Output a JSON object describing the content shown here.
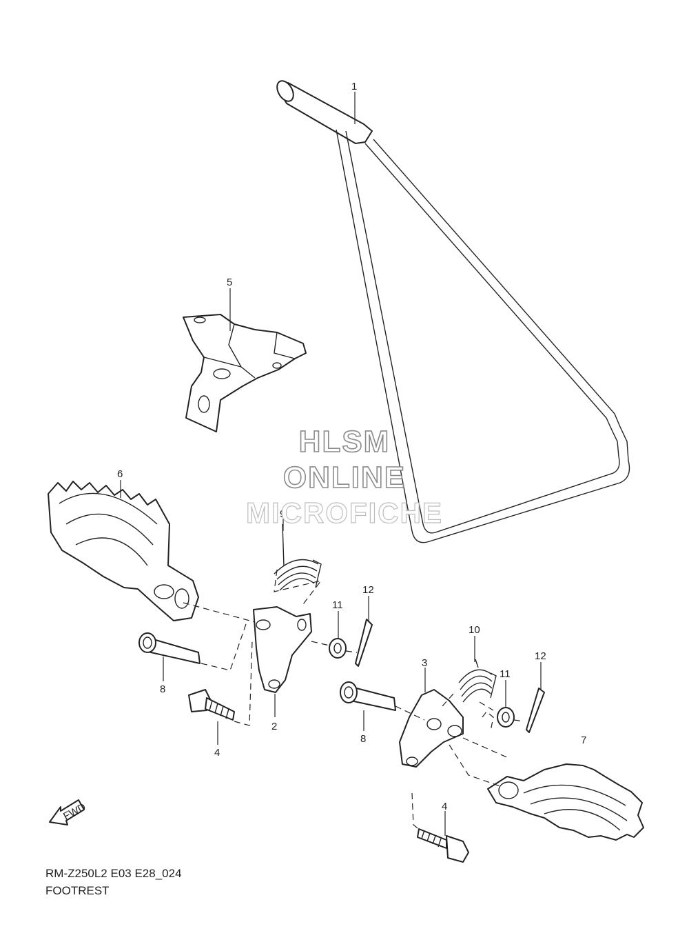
{
  "watermark": {
    "line1": "HLSM",
    "line2": "ONLINE",
    "line3": "MICROFICHE"
  },
  "diagram_code": "RM-Z250L2 E03 E28_024",
  "diagram_title": "FOOTREST",
  "fwd_label": "FWD",
  "callouts": [
    {
      "id": "c1",
      "label": "1"
    },
    {
      "id": "c2",
      "label": "2"
    },
    {
      "id": "c3",
      "label": "3"
    },
    {
      "id": "c4a",
      "label": "4"
    },
    {
      "id": "c4b",
      "label": "4"
    },
    {
      "id": "c5",
      "label": "5"
    },
    {
      "id": "c6",
      "label": "6"
    },
    {
      "id": "c7",
      "label": "7"
    },
    {
      "id": "c8a",
      "label": "8"
    },
    {
      "id": "c8b",
      "label": "8"
    },
    {
      "id": "c9",
      "label": "9"
    },
    {
      "id": "c10",
      "label": "10"
    },
    {
      "id": "c11a",
      "label": "11"
    },
    {
      "id": "c11b",
      "label": "11"
    },
    {
      "id": "c12a",
      "label": "12"
    },
    {
      "id": "c12b",
      "label": "12"
    }
  ]
}
